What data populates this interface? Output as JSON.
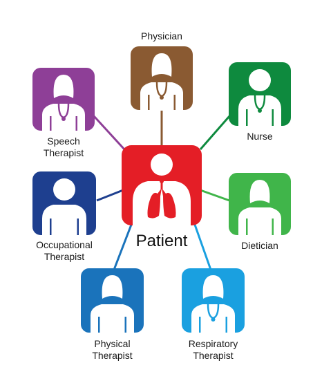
{
  "diagram": {
    "center": {
      "label": "Patient",
      "color": "#e41e26"
    },
    "roles": [
      {
        "id": "physician",
        "lines": [
          "Physician"
        ],
        "color": "#8a5a32"
      },
      {
        "id": "nurse",
        "lines": [
          "Nurse"
        ],
        "color": "#0e8a3e"
      },
      {
        "id": "dietician",
        "lines": [
          "Dietician"
        ],
        "color": "#40b54a"
      },
      {
        "id": "respiratory",
        "lines": [
          "Respiratory",
          "Therapist"
        ],
        "color": "#1aa0e0"
      },
      {
        "id": "physical",
        "lines": [
          "Physical",
          "Therapist"
        ],
        "color": "#1a73bb"
      },
      {
        "id": "occupational",
        "lines": [
          "Occupational",
          "Therapist"
        ],
        "color": "#1e3f8f"
      },
      {
        "id": "speech",
        "lines": [
          "Speech",
          "Therapist"
        ],
        "color": "#8e3f97"
      }
    ]
  }
}
